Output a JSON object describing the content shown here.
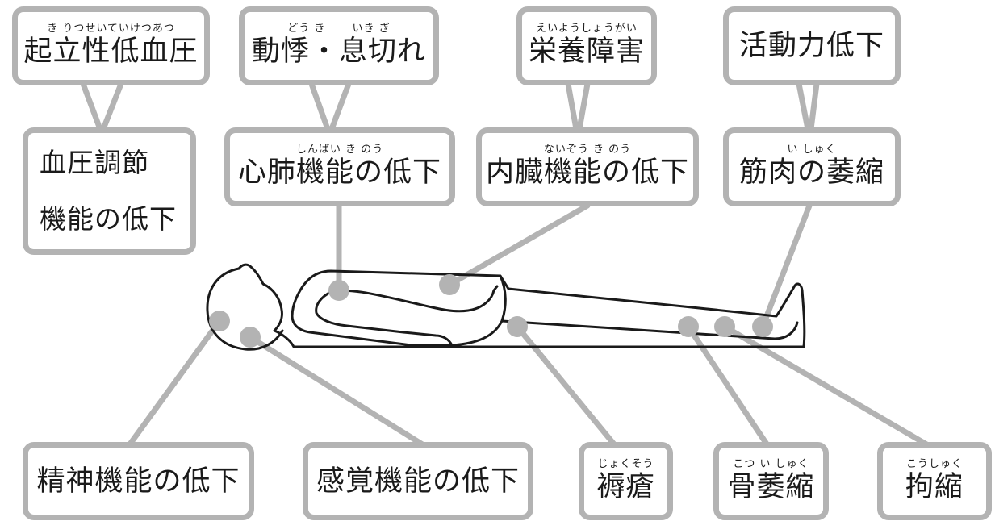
{
  "colors": {
    "box_border": "#b3b3b3",
    "connector": "#b3b3b3",
    "outline": "#1a1a1a",
    "text": "#1a1a1a"
  },
  "boxes": {
    "orthostatic_hypotension": {
      "ruby": "き りつせいていけつあつ",
      "text": "起立性低血圧"
    },
    "palpitation": {
      "ruby": "どう き　　 いき ぎ",
      "text": "動悸・息切れ"
    },
    "malnutrition": {
      "ruby": "えいようしょうがい",
      "text": "栄養障害"
    },
    "decreased_activity": {
      "ruby": "",
      "text": "活動力低下"
    },
    "bp_regulation": {
      "line1": "血圧調節",
      "line2": "機能の低下"
    },
    "cardiopulmonary": {
      "ruby": "しんぱい き のう",
      "text": "心肺機能の低下"
    },
    "visceral": {
      "ruby": "ないぞう き のう",
      "text": "内臓機能の低下"
    },
    "muscle_atrophy": {
      "ruby": "い しゅく",
      "text": "筋肉の萎縮"
    },
    "mental": {
      "ruby": "",
      "text": "精神機能の低下"
    },
    "sensory": {
      "ruby": "",
      "text": "感覚機能の低下"
    },
    "bedsore": {
      "ruby": "じょくそう",
      "text": "褥瘡"
    },
    "bone_atrophy": {
      "ruby": "こつ い しゅく",
      "text": "骨萎縮"
    },
    "contracture": {
      "ruby": "こうしゅく",
      "text": "拘縮"
    }
  }
}
